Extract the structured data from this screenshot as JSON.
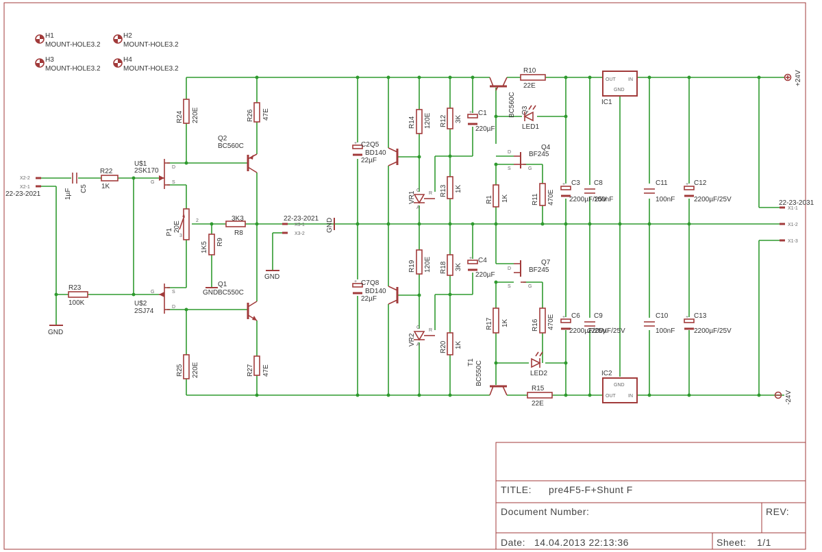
{
  "title_block": {
    "title_label": "TITLE:",
    "title_value": "pre4F5-F+Shunt F",
    "document_number_label": "Document Number:",
    "rev_label": "REV:",
    "date_label": "Date:",
    "date_value": "14.04.2013 22:13:36",
    "sheet_label": "Sheet:",
    "sheet_value": "1/1"
  },
  "mount_holes": [
    {
      "name": "H1",
      "value": "MOUNT-HOLE3.2"
    },
    {
      "name": "H2",
      "value": "MOUNT-HOLE3.2"
    },
    {
      "name": "H3",
      "value": "MOUNT-HOLE3.2"
    },
    {
      "name": "H4",
      "value": "MOUNT-HOLE3.2"
    }
  ],
  "resistors": {
    "R1": {
      "name": "R1",
      "value": "1K"
    },
    "R8": {
      "name": "R8",
      "value": "3K3"
    },
    "R9": {
      "name": "R9",
      "value": "1K5"
    },
    "R10": {
      "name": "R10",
      "value": "22E"
    },
    "R11": {
      "name": "R11",
      "value": "470E"
    },
    "R12": {
      "name": "R12",
      "value": "3K"
    },
    "R13": {
      "name": "R13",
      "value": "1K"
    },
    "R14": {
      "name": "R14",
      "value": "120E"
    },
    "R15": {
      "name": "R15",
      "value": "22E"
    },
    "R16": {
      "name": "R16",
      "value": "470E"
    },
    "R17": {
      "name": "R17",
      "value": "1K"
    },
    "R18": {
      "name": "R18",
      "value": "3K"
    },
    "R19": {
      "name": "R19",
      "value": "120E"
    },
    "R20": {
      "name": "R20",
      "value": "1K"
    },
    "R22": {
      "name": "R22",
      "value": "1K"
    },
    "R23": {
      "name": "R23",
      "value": "100K"
    },
    "R24": {
      "name": "R24",
      "value": "220E"
    },
    "R25": {
      "name": "R25",
      "value": "220E"
    },
    "R26": {
      "name": "R26",
      "value": "47E"
    },
    "R27": {
      "name": "R27",
      "value": "47E"
    }
  },
  "capacitors": {
    "C1": {
      "name": "C1",
      "value": "220µF"
    },
    "C2": {
      "name": "C2",
      "value": "22µF"
    },
    "C3": {
      "name": "C3",
      "value": "2200µF/25V"
    },
    "C4": {
      "name": "C4",
      "value": "220µF"
    },
    "C5": {
      "name": "C5",
      "value": "1µF"
    },
    "C6": {
      "name": "C6",
      "value": "2200µF/25V"
    },
    "C7": {
      "name": "C7",
      "value": "22µF"
    },
    "C8": {
      "name": "C8",
      "value": "100nF"
    },
    "C9": {
      "name": "C9",
      "value": "2200µF/25V"
    },
    "C10": {
      "name": "C10",
      "value": "100nF"
    },
    "C11": {
      "name": "C11",
      "value": "100nF"
    },
    "C12": {
      "name": "C12",
      "value": "2200µF/25V"
    },
    "C13": {
      "name": "C13",
      "value": "2200µF/25V"
    }
  },
  "transistors": {
    "Q1": {
      "name": "Q1",
      "value": "BC550C"
    },
    "Q2": {
      "name": "Q2",
      "value": "BC560C"
    },
    "Q3": {
      "name": "Q3",
      "value": "BC560C"
    },
    "Q4": {
      "name": "Q4",
      "value": "BF245"
    },
    "Q5": {
      "name": "Q5",
      "value": "BD140"
    },
    "Q7": {
      "name": "Q7",
      "value": "BF245"
    },
    "Q8": {
      "name": "Q8",
      "value": "BD140"
    },
    "T1": {
      "name": "T1",
      "value": "BC550C"
    },
    "U1": {
      "name": "U$1",
      "value": "2SK170"
    },
    "U2": {
      "name": "U$2",
      "value": "2SJ74"
    }
  },
  "others": {
    "P1": {
      "name": "P1",
      "value": "20E"
    },
    "VR1": "VR1",
    "VR2": "VR2",
    "LED1": "LED1",
    "LED2": "LED2",
    "IC1": "IC1",
    "IC2": "IC2"
  },
  "connectors": {
    "X1_1": "X1-1",
    "X1_2": "X1-2",
    "X1_3": "X1-3",
    "X2_1": "X2-1",
    "X2_2": "X2-2",
    "X3_1": "X3-1",
    "X3_2": "X3-2",
    "conn_value": "22-23-2021",
    "conn_value_x1": "22-23-2031"
  },
  "nets": {
    "gnd": "GND",
    "plus24": "+24V",
    "minus24": "-24V"
  },
  "pins": {
    "d": "D",
    "g": "G",
    "s": "S",
    "out": "OUT",
    "in": "IN",
    "gnd": "GND",
    "c": "C",
    "r": "R",
    "a": "A",
    "one": "1",
    "two": "2",
    "three": "3"
  },
  "colors": {
    "wire": "#2e9a2e",
    "component": "#a13a3a",
    "text": "#333333",
    "background": "#ffffff"
  }
}
